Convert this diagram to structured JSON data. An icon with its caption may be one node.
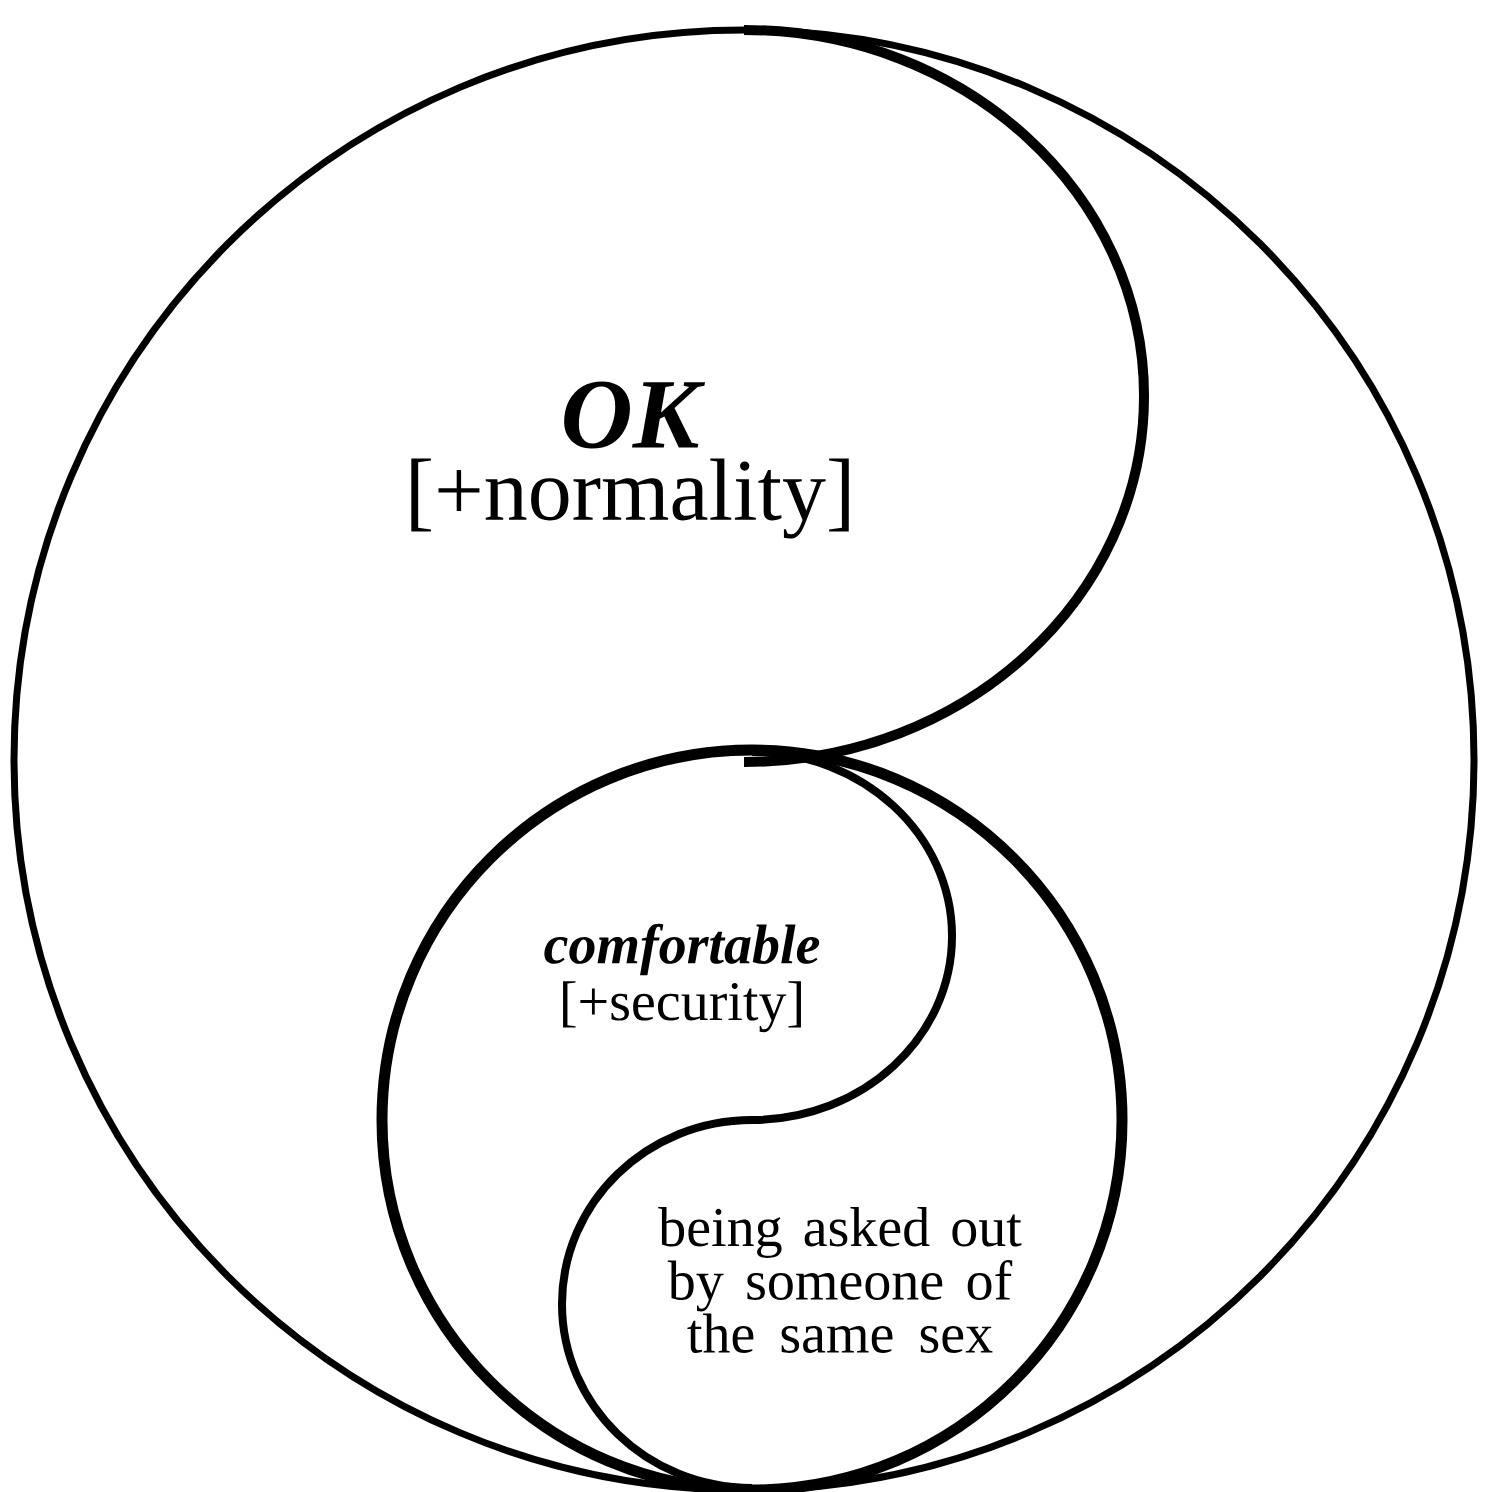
{
  "diagram": {
    "nodes": [
      {
        "text": [
          "OK",
          "[+normality]"
        ]
      },
      {
        "text": [
          "comfortable",
          "[+security]"
        ],
        "in": 0
      },
      {
        "text": [
          "being asked out by someone of the same sex"
        ],
        "in": 1
      }
    ]
  }
}
